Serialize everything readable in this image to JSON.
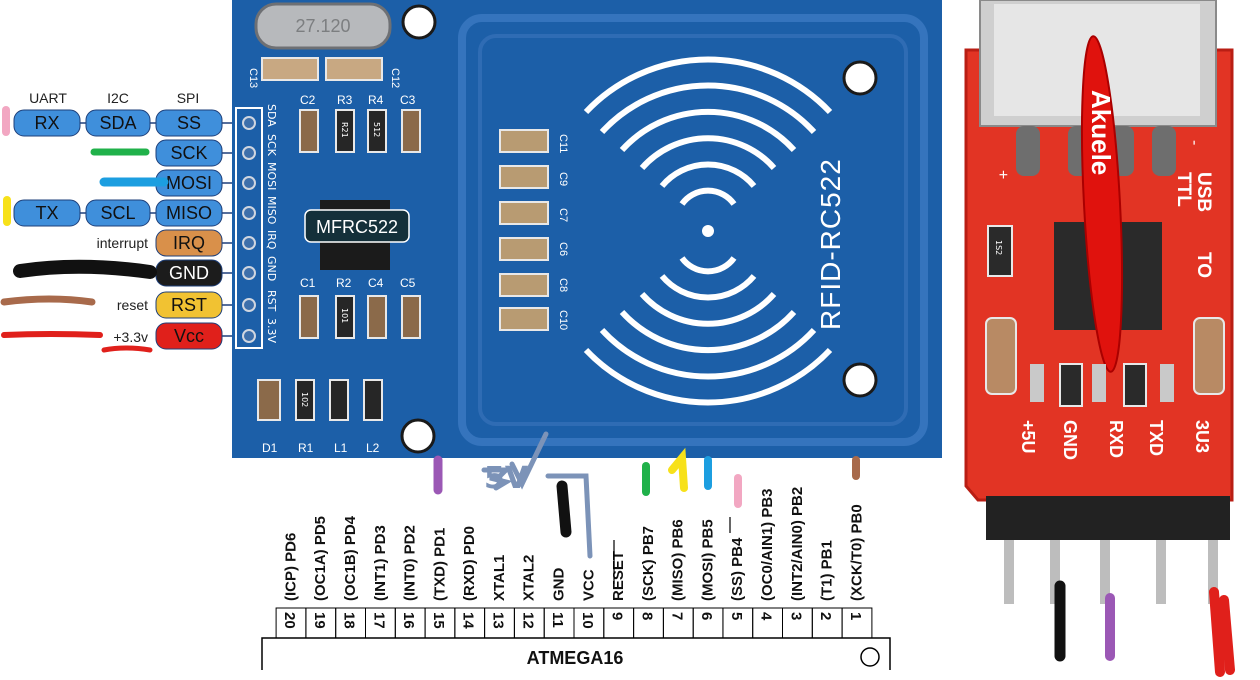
{
  "pin_groups": {
    "uart": "UART",
    "i2c": "I2C",
    "spi": "SPI"
  },
  "rfid_pins": [
    {
      "uart": "RX",
      "i2c": "SDA",
      "main": "SS",
      "color": "#3f8fdb"
    },
    {
      "uart": "",
      "i2c": "",
      "main": "SCK",
      "color": "#3f8fdb"
    },
    {
      "uart": "",
      "i2c": "",
      "main": "MOSI",
      "color": "#3f8fdb"
    },
    {
      "uart": "TX",
      "i2c": "SCL",
      "main": "MISO",
      "color": "#3f8fdb"
    },
    {
      "note": "interrupt",
      "main": "IRQ",
      "color": "#d9904a"
    },
    {
      "note": "",
      "main": "GND",
      "color": "#1c1c1c"
    },
    {
      "note": "reset",
      "main": "RST",
      "color": "#f1c232"
    },
    {
      "note": "+3.3v",
      "main": "Vcc",
      "color": "#e0201b"
    }
  ],
  "rfid_board": {
    "chip_label": "MFRC522",
    "model": "RFID-RC522",
    "crystal": "27.120",
    "header_silk": [
      "SDA",
      "SCK",
      "MOSI",
      "MISO",
      "IRQ",
      "GND",
      "RST",
      "3.3V"
    ],
    "top_parts": [
      "C2",
      "R3",
      "R4",
      "C3"
    ],
    "top_resistor_codes": [
      "R21",
      "512"
    ],
    "bottom_parts": [
      "C1",
      "R2",
      "C4",
      "C5"
    ],
    "bottom_resistor_code": "101",
    "mid_resistor_code": "102",
    "crystal_caps": [
      "C13",
      "C12"
    ],
    "cap_column": [
      "C11",
      "C9",
      "C7",
      "C6",
      "C8",
      "C10"
    ],
    "corner_parts": [
      "D1",
      "R1",
      "L1",
      "L2"
    ],
    "color": "#1c5fa8"
  },
  "annotation_5v": "5V",
  "mcu": {
    "name": "ATMEGA16",
    "pins": [
      {
        "num": "20",
        "label": "(ICP) PD6"
      },
      {
        "num": "19",
        "label": "(OC1A) PD5"
      },
      {
        "num": "18",
        "label": "(OC1B) PD4"
      },
      {
        "num": "17",
        "label": "(INT1) PD3"
      },
      {
        "num": "16",
        "label": "(INT0) PD2"
      },
      {
        "num": "15",
        "label": "(TXD) PD1"
      },
      {
        "num": "14",
        "label": "(RXD) PD0"
      },
      {
        "num": "13",
        "label": "XTAL1"
      },
      {
        "num": "12",
        "label": "XTAL2"
      },
      {
        "num": "11",
        "label": "GND"
      },
      {
        "num": "10",
        "label": "VCC"
      },
      {
        "num": "9",
        "label": "RESET"
      },
      {
        "num": "8",
        "label": "(SCK) PB7"
      },
      {
        "num": "7",
        "label": "(MISO) PB6"
      },
      {
        "num": "6",
        "label": "(MOSI) PB5"
      },
      {
        "num": "5",
        "label": "(SS) PB4"
      },
      {
        "num": "4",
        "label": "(OC0/AIN1) PB3"
      },
      {
        "num": "3",
        "label": "(INT2/AIN0) PB2"
      },
      {
        "num": "2",
        "label": "(T1) PB1"
      },
      {
        "num": "1",
        "label": "(XCK/T0) PB0"
      }
    ]
  },
  "usb_ttl": {
    "title_lines": [
      "USB",
      "TTL"
    ],
    "to_label": "TO",
    "brand": "Akuele",
    "pins": [
      "+5U",
      "GND",
      "RXD",
      "TXD",
      "3U3"
    ],
    "side_markings": [
      "+",
      "-"
    ],
    "resistor_code": "1S2",
    "board_color": "#e23424"
  },
  "colors": {
    "pink": "#f2a7c2",
    "green": "#20b14a",
    "blue": "#1c9ee0",
    "yellow": "#f7e11a",
    "black": "#111111",
    "brown": "#a86a4b",
    "red": "#e0201b",
    "purple": "#9b58b5",
    "slate": "#7c93b8"
  }
}
